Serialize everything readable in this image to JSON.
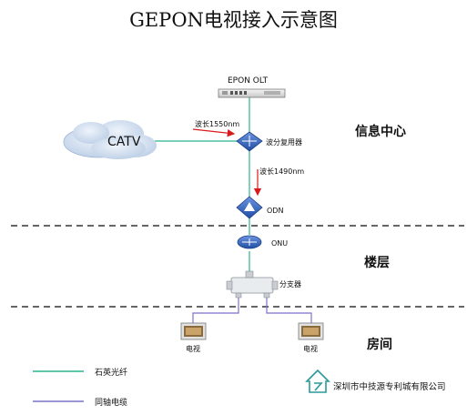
{
  "title": "GEPON电视接入示意图",
  "devices": {
    "olt": "EPON OLT",
    "catv": "CATV",
    "wdm": "波分复用器",
    "odn": "ODN",
    "onu": "ONU",
    "splitter": "分支器",
    "tv_left": "电视",
    "tv_right": "电视"
  },
  "wavelengths": {
    "w1550": "波长1550nm",
    "w1490": "波长1490nm"
  },
  "zones": {
    "center": "信息中心",
    "floor": "楼层",
    "room": "房间"
  },
  "legend": {
    "fiber": "石英光纤",
    "coax": "同轴电缆"
  },
  "company": "深圳市中技源专利城有限公司",
  "colors": {
    "fiber": "#2bb58e",
    "coax": "#7b72c9",
    "arrow": "#d91a1a",
    "device_blue": "#2e5eb8"
  }
}
